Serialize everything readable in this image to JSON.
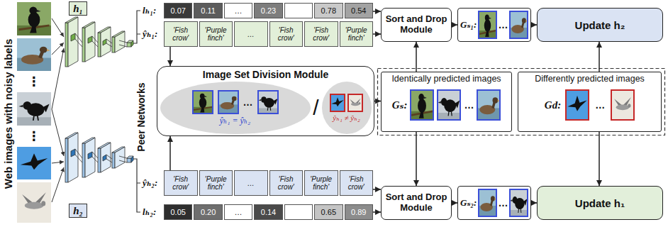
{
  "diagram": {
    "nodes": [
      {
        "text": [
          "h₁"
        ]
      },
      {
        "text": [
          "lₕ₁:",
          "0.07",
          "0.11",
          "…",
          "0.23",
          "0.78",
          "0.54"
        ]
      },
      {
        "text": [
          "ŷₕ₁:",
          "'Fish crow'",
          "'Purple finch'",
          "…",
          "'Fish crow'",
          "'Fish crow'",
          "'Purple finch'"
        ]
      },
      {
        "text": [
          "Sort and Drop Module"
        ]
      },
      {
        "text": [
          "Gₛ₁:",
          "…"
        ]
      },
      {
        "text": [
          "Update h₂"
        ]
      },
      {
        "text": [
          "Image Set Division Module",
          "/"
        ]
      },
      {
        "text": [
          "…",
          "ŷₕ₁ = ŷₕ₂"
        ],
        "in": 6
      },
      {
        "text": [
          "ŷₕ₁ ≠ ŷₕ₂"
        ],
        "in": 6
      },
      {
        "text": [
          "Identically predicted images",
          "Gₛ:",
          "…"
        ]
      },
      {
        "text": [
          "Differently predicted images",
          "Gd:",
          "…"
        ]
      },
      {
        "text": [
          "h₂"
        ]
      },
      {
        "text": [
          "ŷₕ₂:",
          "'Fish crow'",
          "'Purple finch'",
          "…",
          "'Fish crow'",
          "'Purple finch'",
          "'Fish crow'"
        ]
      },
      {
        "text": [
          "lₕ₂:",
          "0.05",
          "0.20",
          "…",
          "0.14",
          "0.65",
          "0.89"
        ]
      },
      {
        "text": [
          "Sort and Drop Module"
        ]
      },
      {
        "text": [
          "Gₛ₂:",
          "…"
        ]
      },
      {
        "text": [
          "Update h₁"
        ]
      }
    ],
    "edges": [
      {
        "from": 1,
        "to": 3,
        "arrow": "to"
      },
      {
        "from": 2,
        "to": 3,
        "arrow": "to"
      },
      {
        "from": 2,
        "to": 6,
        "arrow": "to"
      },
      {
        "from": 12,
        "to": 6,
        "arrow": "to"
      },
      {
        "from": 3,
        "to": 4,
        "arrow": "to"
      },
      {
        "from": 4,
        "to": 5,
        "arrow": "to"
      },
      {
        "from": 6,
        "to": 9,
        "arrow": "to"
      },
      {
        "from": 9,
        "to": 3,
        "arrow": "to"
      },
      {
        "from": 9,
        "to": 14,
        "arrow": "to"
      },
      {
        "from": 10,
        "to": 5,
        "arrow": "to"
      },
      {
        "from": 10,
        "to": 16,
        "arrow": "to"
      },
      {
        "from": 13,
        "to": 14,
        "arrow": "to"
      },
      {
        "from": 12,
        "to": 14,
        "arrow": "to"
      },
      {
        "from": 14,
        "to": 15,
        "arrow": "to"
      },
      {
        "from": 15,
        "to": 16,
        "arrow": "to"
      }
    ],
    "labels": [
      "Web images with noisy labels",
      "⋮",
      "⋮",
      "Peer Networks"
    ]
  }
}
